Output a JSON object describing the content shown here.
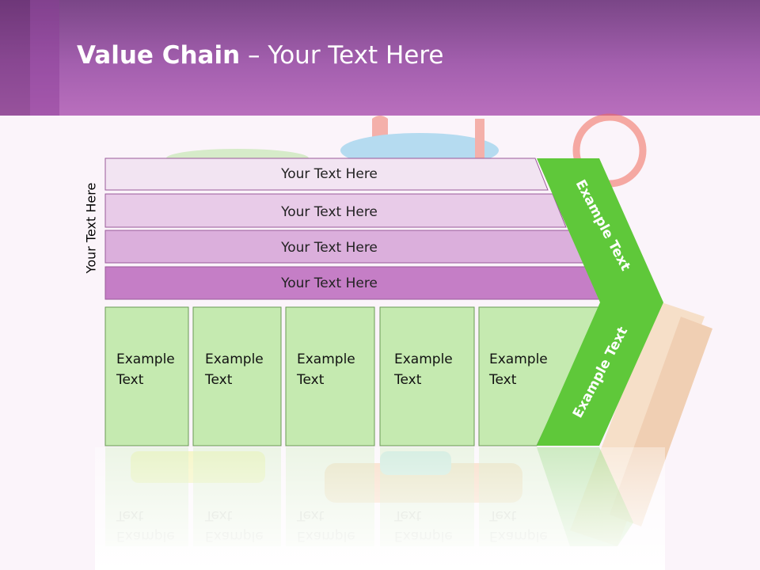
{
  "slide": {
    "title_bold": "Value Chain",
    "title_rest": " – Your Text Here",
    "side_label": "Your Text Here"
  },
  "bars": [
    {
      "label": "Your Text Here",
      "color": "#f2e4f2"
    },
    {
      "label": "Your Text Here",
      "color": "#e8cbe8"
    },
    {
      "label": "Your Text Here",
      "color": "#dbafdc"
    },
    {
      "label": "Your Text Here",
      "color": "#c57ec6"
    }
  ],
  "cells": [
    {
      "line1": "Example",
      "line2": "Text"
    },
    {
      "line1": "Example",
      "line2": "Text"
    },
    {
      "line1": "Example",
      "line2": "Text"
    },
    {
      "line1": "Example",
      "line2": "Text"
    },
    {
      "line1": "Example",
      "line2": "Text"
    }
  ],
  "chevron": {
    "upper_label": "Example Text",
    "lower_label": "Example Text",
    "color": "#5fc83a"
  },
  "colors": {
    "header": "#a35fae",
    "cell_fill": "#c5eab0",
    "cell_border": "#6a9a55"
  }
}
